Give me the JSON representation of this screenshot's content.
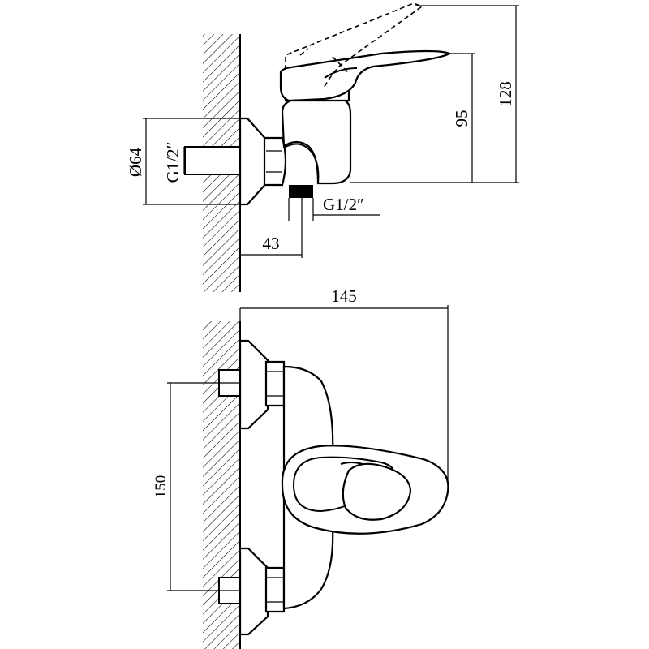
{
  "dimensions": {
    "height_total": "128",
    "height_spout": "95",
    "diameter_flange": "Ø64",
    "thread_inlet": "G1/2″",
    "thread_outlet": "G1/2″",
    "wall_offset": "43",
    "length": "145",
    "center_distance": "150"
  }
}
